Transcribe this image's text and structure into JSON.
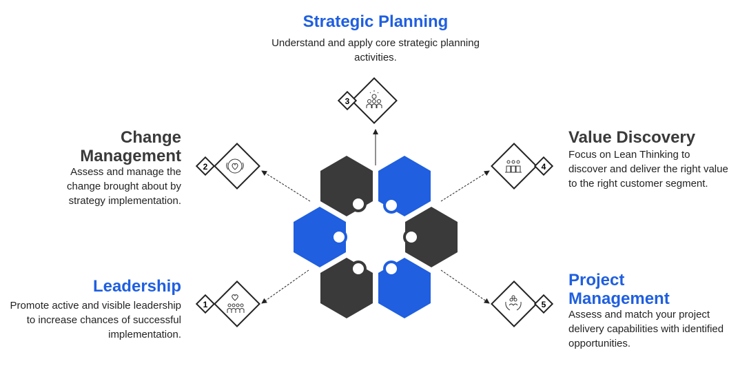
{
  "colors": {
    "blue": "#1f5fe0",
    "dark": "#3a3a3a",
    "text": "#222222"
  },
  "items": [
    {
      "number": "1",
      "title": "Leadership",
      "description": "Promote active and visible leadership to increase chances of successful implementation.",
      "icon": "team-heart-icon",
      "color": "blue"
    },
    {
      "number": "2",
      "title": "Change Management",
      "description": "Assess and manage the change brought about by strategy implementation.",
      "icon": "hands-heart-icon",
      "color": "dark"
    },
    {
      "number": "3",
      "title": "Strategic Planning",
      "description": "Understand and apply core strategic planning activities.",
      "icon": "idea-team-icon",
      "color": "blue"
    },
    {
      "number": "4",
      "title": "Value Discovery",
      "description": "Focus on Lean Thinking to discover and deliver the right value to the right customer segment.",
      "icon": "group-icon",
      "color": "dark"
    },
    {
      "number": "5",
      "title": "Project Management",
      "description": "Assess and match your project delivery capabilities with identified opportunities.",
      "icon": "team-hands-icon",
      "color": "blue"
    }
  ]
}
